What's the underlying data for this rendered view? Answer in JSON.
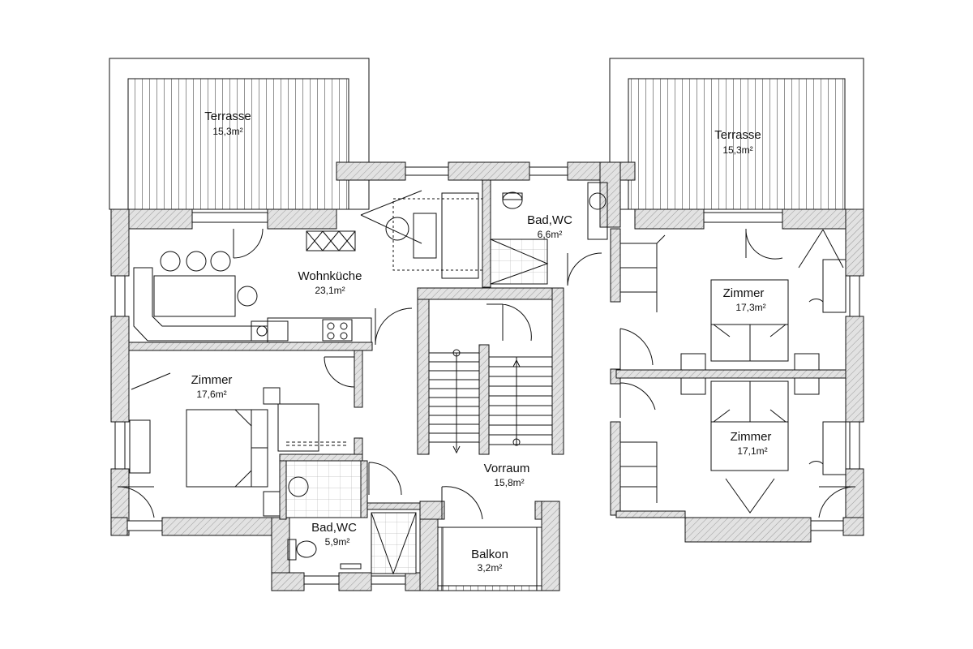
{
  "rooms": {
    "terrasse_left": {
      "name": "Terrasse",
      "area": "15,3m²"
    },
    "terrasse_right": {
      "name": "Terrasse",
      "area": "15,3m²"
    },
    "wohnkueche": {
      "name": "Wohnküche",
      "area": "23,1m²"
    },
    "bad_wc_top": {
      "name": "Bad,WC",
      "area": "6,6m²"
    },
    "zimmer_left": {
      "name": "Zimmer",
      "area": "17,6m²"
    },
    "zimmer_right_top": {
      "name": "Zimmer",
      "area": "17,3m²"
    },
    "zimmer_right_bottom": {
      "name": "Zimmer",
      "area": "17,1m²"
    },
    "vorraum": {
      "name": "Vorraum",
      "area": "15,8m²"
    },
    "bad_wc_bottom": {
      "name": "Bad,WC",
      "area": "5,9m²"
    },
    "balkon": {
      "name": "Balkon",
      "area": "3,2m²"
    }
  },
  "colors": {
    "wall_fill": "#dcdcdc",
    "wall_hatch": "#9a9a9a",
    "line": "#111111",
    "grid": "#bbbbbb"
  }
}
